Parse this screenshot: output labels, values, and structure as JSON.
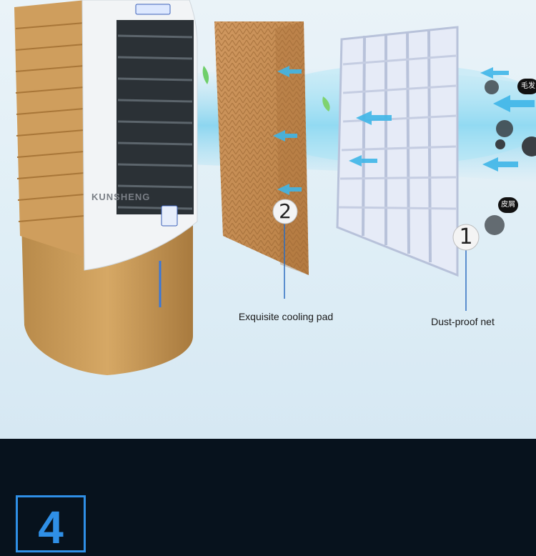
{
  "labels": {
    "cooling_pad": "Exquisite cooling pad",
    "dust_net": "Dust-proof net",
    "marker_pad": "2",
    "marker_net": "1"
  },
  "tags": {
    "hair": "毛发",
    "dander": "皮屑"
  },
  "brand": "KUNSHENG",
  "step": {
    "number": "4"
  },
  "colors": {
    "accent_blue": "#2f8fe6",
    "dark_background": "#07121d",
    "cooler_body": "#c99a55",
    "airflow": "#4cc3ea"
  }
}
